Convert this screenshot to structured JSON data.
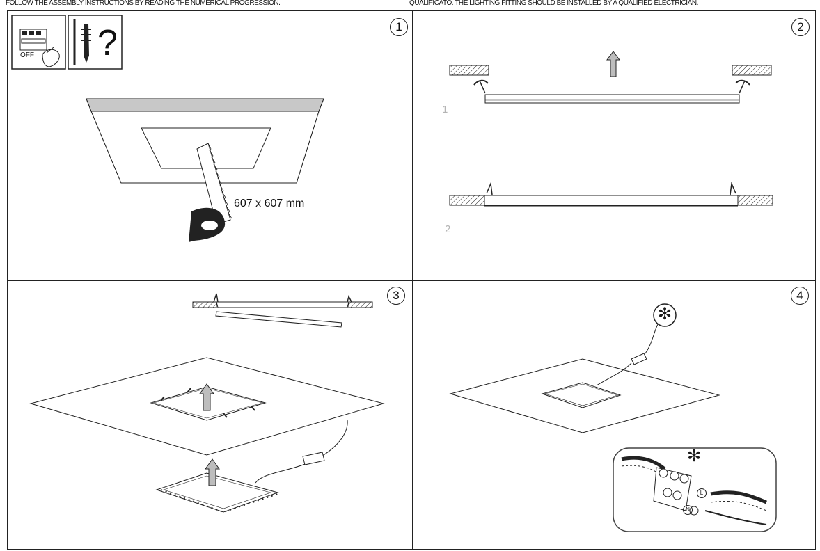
{
  "header": {
    "left_text": "FOLLOW THE ASSEMBLY INSTRUCTIONS BY READING THE NUMERICAL PROGRESSION.",
    "right_text": "QUALIFICATO. THE LIGHTING FITTING SHOULD BE INSTALLED BY A QUALIFIED ELECTRICIAN."
  },
  "steps": [
    {
      "number": "1",
      "off_label": "OFF",
      "question_mark": "?",
      "cut_dimension": "607 x 607 mm"
    },
    {
      "number": "2",
      "sub_steps": [
        "1",
        "2"
      ]
    },
    {
      "number": "3"
    },
    {
      "number": "4",
      "note_symbol": "✻",
      "terminal_labels": [
        "L",
        "N"
      ]
    }
  ],
  "colors": {
    "line": "#222222",
    "fill_gray": "#c8c8c8",
    "arrow_fill": "#bdbdbd",
    "sub_label": "#b4b4b4"
  }
}
